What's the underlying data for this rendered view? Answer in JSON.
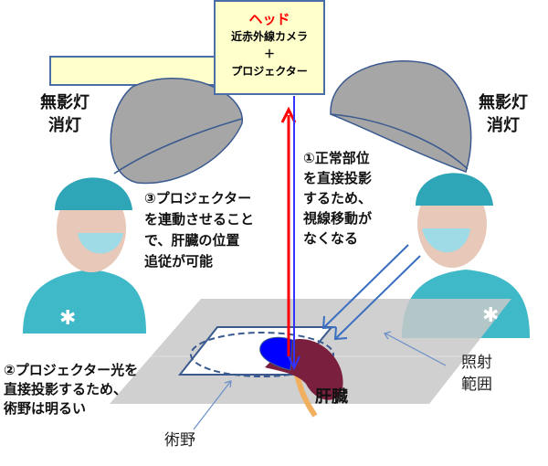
{
  "head": {
    "title": "ヘッド",
    "line1": "近赤外線カメラ",
    "plus": "＋",
    "line2": "プロジェクター"
  },
  "lamp_left": {
    "line1": "無影灯",
    "line2": "消灯"
  },
  "lamp_right": {
    "line1": "無影灯",
    "line2": "消灯"
  },
  "note1": [
    "①正常部位",
    "を直接投影",
    "するため、",
    "視線移動が",
    "なくなる"
  ],
  "note2": [
    "②プロジェクター光を",
    "直接投影するため、",
    "術野は明るい"
  ],
  "note3": [
    "③プロジェクター",
    "を連動させること",
    "で、肝臓の位置",
    "追従が可能"
  ],
  "labels": {
    "liver": "肝臓",
    "irradiation_range": [
      "照射",
      "範囲"
    ],
    "surgical_field": "術野"
  },
  "colors": {
    "head_fill": "#ffffcc",
    "outline": "#4a6ea8",
    "red_beam": "#ff0000",
    "blue_beam": "#3333ff",
    "lamp": "#a6a6a6",
    "surgeon": "#3fb8c8",
    "liver": "#7a1f3d",
    "projected": "#0000ff"
  }
}
